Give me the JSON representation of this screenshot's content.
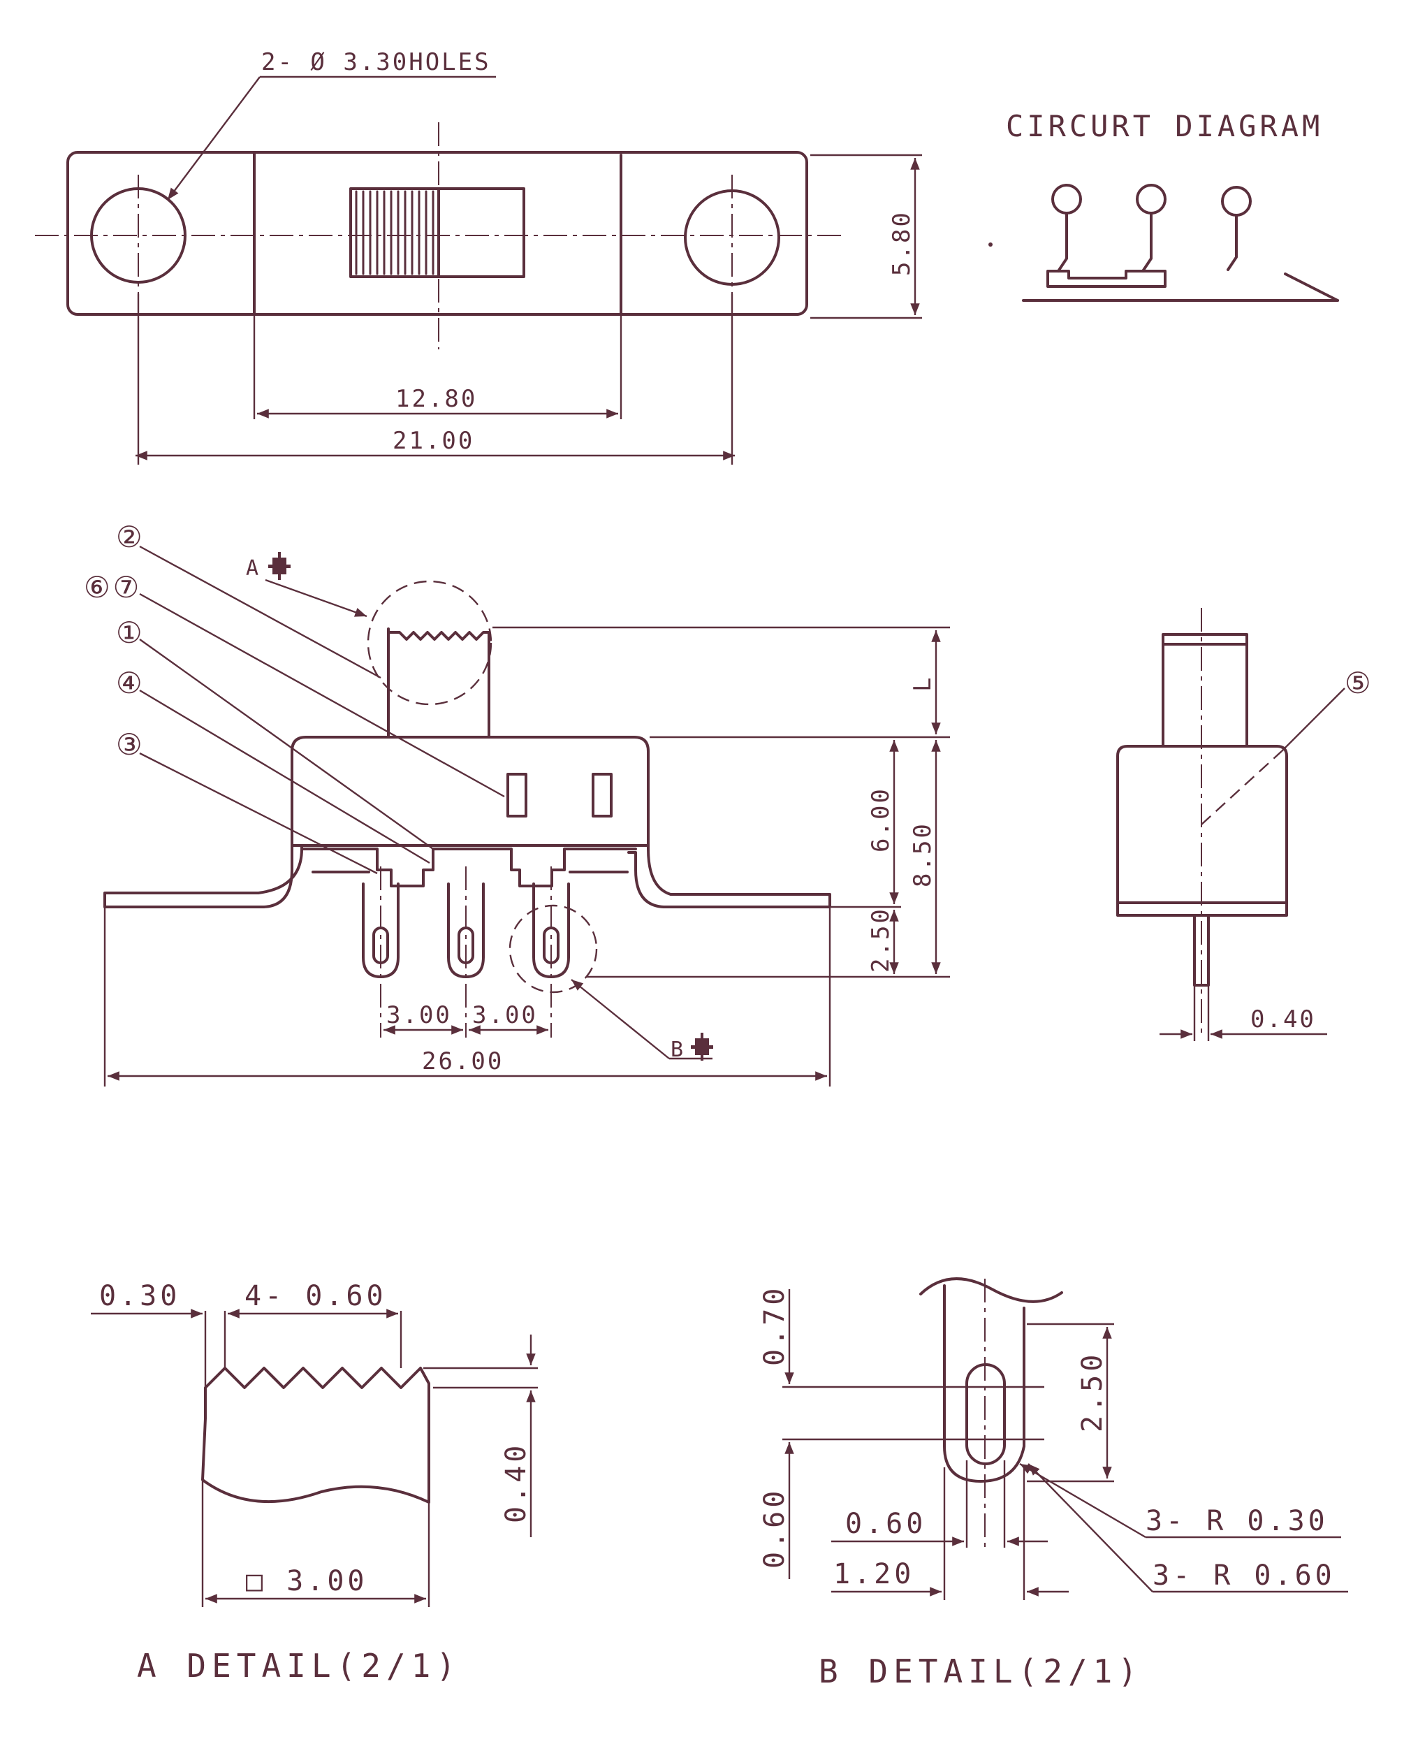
{
  "top_view": {
    "holes_label": "2- Ø 3.30HOLES",
    "height_dim": "5.80",
    "inner_dim": "12.80",
    "outer_dim": "21.00"
  },
  "circuit": {
    "title": "CIRCURT DIAGRAM"
  },
  "front_view": {
    "callouts": [
      "②",
      "⑥⑦",
      "①",
      "④",
      "③"
    ],
    "detail_a_ref": "A",
    "detail_b_ref": "B",
    "dim_L": "L",
    "dim_6": "6.00",
    "dim_8_5": "8.50",
    "dim_2_5": "2.50",
    "pitch_1": "3.00",
    "pitch_2": "3.00",
    "overall": "26.00"
  },
  "side_view": {
    "callout": "⑤",
    "pin_dim": "0.40"
  },
  "detail_a": {
    "dim_left": "0.30",
    "dim_teeth": "4- 0.60",
    "dim_height": "0.40",
    "dim_width": "□ 3.00",
    "caption": "A DETAIL(2/1)"
  },
  "detail_b": {
    "dim_070": "0.70",
    "dim_250": "2.50",
    "dim_060v": "0.60",
    "dim_060": "0.60",
    "dim_120": "1.20",
    "r_030": "3- R 0.30",
    "r_060": "3- R 0.60",
    "caption": "B DETAIL(2/1)"
  }
}
